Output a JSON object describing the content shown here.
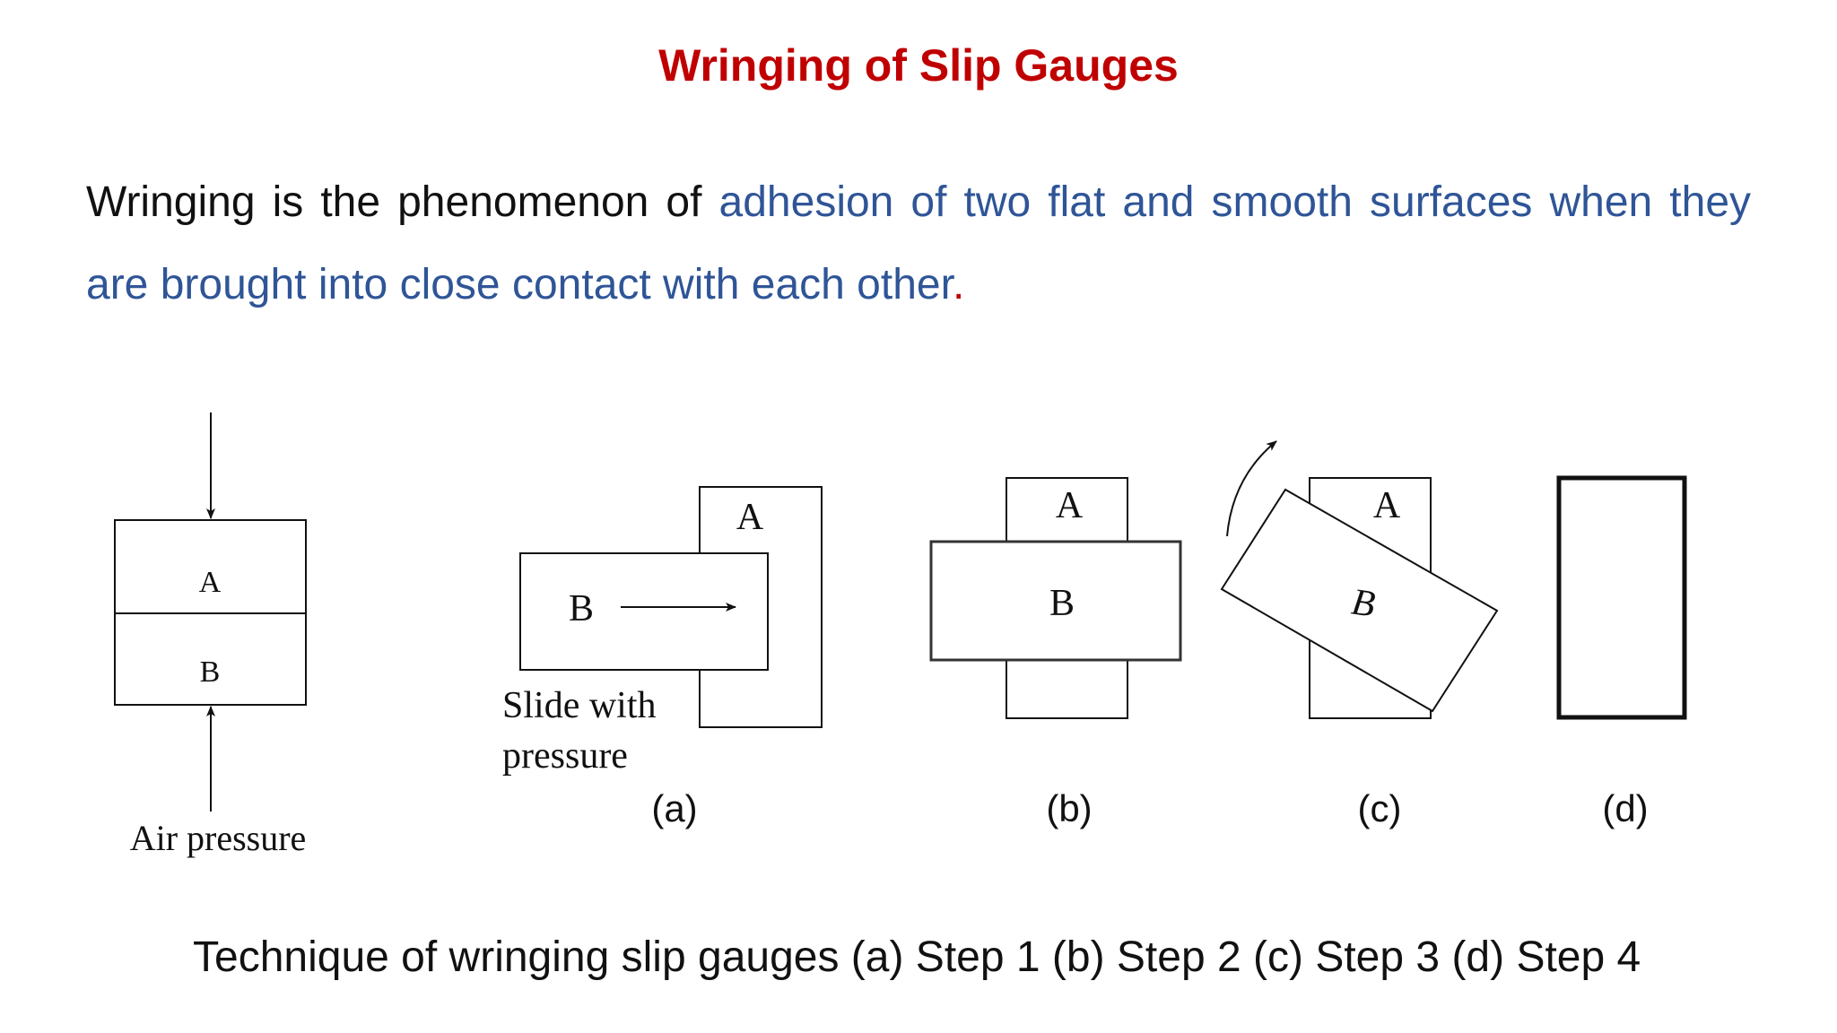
{
  "slide": {
    "title": "Wringing of Slip Gauges",
    "definition": {
      "lead": "Wringing is the phenomenon of ",
      "highlight": "adhesion of two flat and smooth surfaces when they are brought into close contact with each other",
      "end": "."
    },
    "caption": "Technique of wringing slip gauges (a) Step 1 (b) Step 2 (c) Step 3 (d) Step 4",
    "colors": {
      "title": "#c00000",
      "highlight": "#2f5597",
      "text": "#111111"
    }
  },
  "figure_air": {
    "block_top": "A",
    "block_bottom": "B",
    "label": "Air pressure"
  },
  "figure_a": {
    "block_back": "A",
    "block_front": "B",
    "label_line1": "Slide with",
    "label_line2": "pressure",
    "step": "(a)"
  },
  "figure_b": {
    "block_back": "A",
    "block_front": "B",
    "step": "(b)"
  },
  "figure_c": {
    "block_back": "A",
    "block_front": "B",
    "step": "(c)"
  },
  "figure_d": {
    "step": "(d)"
  }
}
